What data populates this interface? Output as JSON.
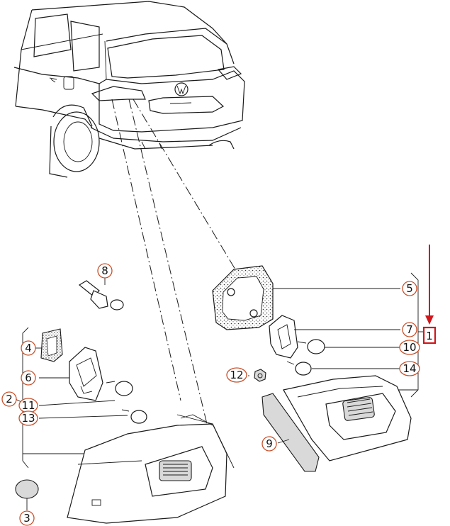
{
  "callouts": {
    "c1": "1",
    "c2": "2",
    "c3": "3",
    "c4": "4",
    "c5": "5",
    "c6": "6",
    "c7": "7",
    "c8": "8",
    "c9": "9",
    "c10": "10",
    "c11": "11",
    "c12": "12",
    "c13": "13",
    "c14": "14"
  },
  "colors": {
    "callout_ring": "#c8502a",
    "highlight_box": "#d0161b",
    "arrow": "#d0161b",
    "line_art": "#1a1a1a"
  },
  "highlighted_callout": "1"
}
